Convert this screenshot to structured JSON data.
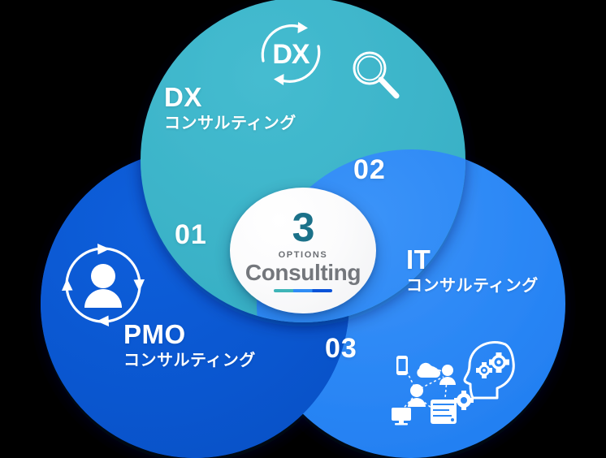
{
  "diagram": {
    "title": "3 OPTIONS Consulting",
    "type": "venn-three-circle"
  },
  "center": {
    "number": "3",
    "kicker": "OPTIONS",
    "word": "Consulting",
    "number_color": "#1b7189",
    "word_color": "#74777c",
    "rule_colors": [
      "#3fb5b8",
      "#2f8cf5",
      "#0a53d8"
    ]
  },
  "circles": {
    "dx": {
      "title": "DX",
      "subtitle": "コンサルティング",
      "badge": "01",
      "color": "#3bb3c8",
      "icons": [
        "dx-cycle-icon",
        "magnifier-icon"
      ]
    },
    "pmo": {
      "title": "PMO",
      "subtitle": "コンサルティング",
      "badge": "03",
      "color": "#0a56cf",
      "icons": [
        "person-cycle-icon"
      ]
    },
    "it": {
      "title": "IT",
      "subtitle": "コンサルティング",
      "badge": "02",
      "color": "#2b87f5",
      "icons": [
        "it-network-icon",
        "head-gears-icon"
      ]
    }
  },
  "badges": {
    "one": "01",
    "two": "02",
    "three": "03"
  },
  "background": {
    "color": "#000000"
  },
  "chart_data": {
    "type": "venn",
    "title": "3 OPTIONS Consulting",
    "sets": [
      {
        "id": "dx",
        "label": "DX",
        "sublabel": "コンサルティング",
        "badge": "01",
        "color": "#3bb3c8"
      },
      {
        "id": "it",
        "label": "IT",
        "sublabel": "コンサルティング",
        "badge": "02",
        "color": "#2b87f5"
      },
      {
        "id": "pmo",
        "label": "PMO",
        "sublabel": "コンサルティング",
        "badge": "03",
        "color": "#0a56cf"
      }
    ],
    "center_label": "3 OPTIONS Consulting",
    "legend": "none",
    "grid": false
  }
}
